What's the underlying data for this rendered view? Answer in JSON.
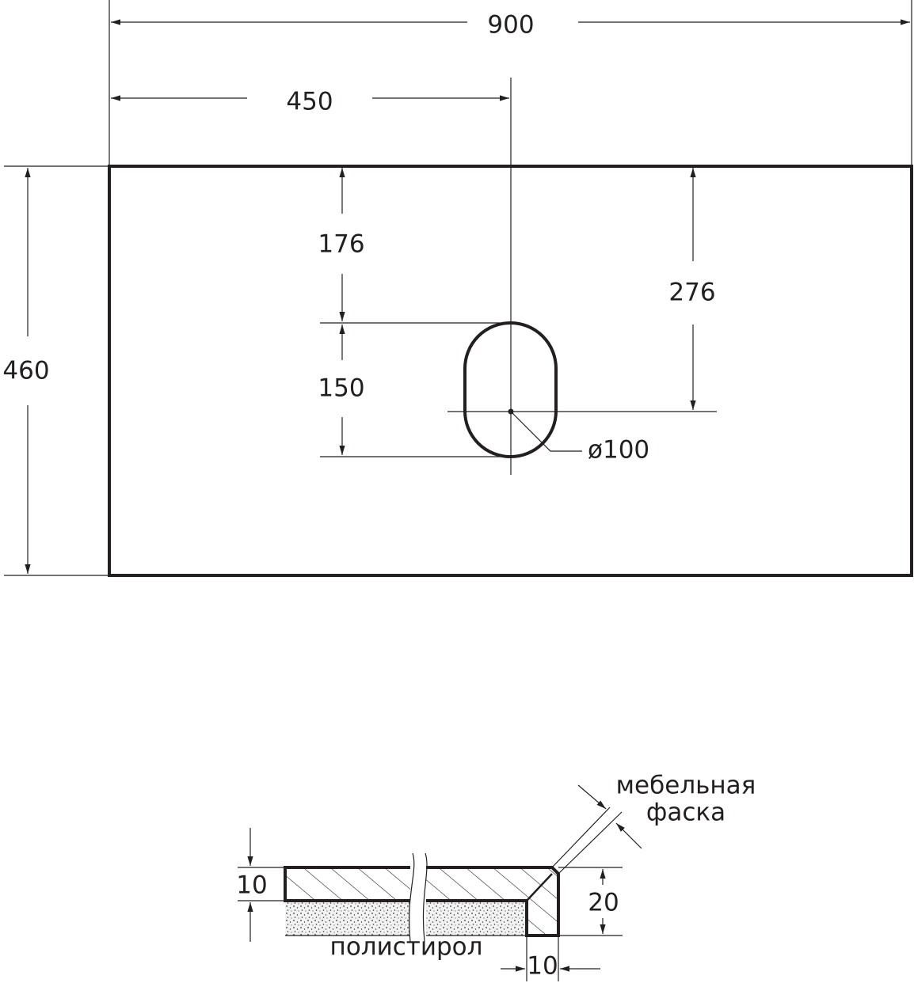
{
  "drawing": {
    "plan": {
      "width_dim": "900",
      "half_width_dim": "450",
      "depth_dim": "460",
      "top_to_hole_dim": "176",
      "hole_length_dim": "150",
      "top_to_center_dim": "276",
      "hole_diameter_dim": "ø100"
    },
    "section": {
      "top_thickness_dim": "10",
      "total_thickness_dim": "20",
      "edge_width_dim": "10",
      "chamfer_label_line1": "мебельная",
      "chamfer_label_line2": "фаска",
      "filler_label": "полистирол"
    }
  }
}
